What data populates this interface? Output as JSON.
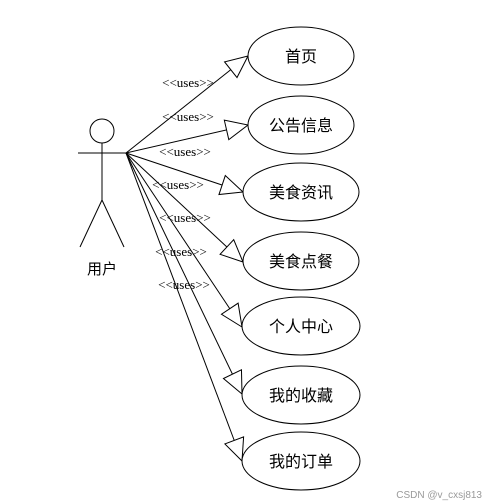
{
  "actor": {
    "label": "用户"
  },
  "relation_label": "<<uses>>",
  "use_cases": [
    {
      "label": "首页"
    },
    {
      "label": "公告信息"
    },
    {
      "label": "美食资讯"
    },
    {
      "label": "美食点餐"
    },
    {
      "label": "个人中心"
    },
    {
      "label": "我的收藏"
    },
    {
      "label": "我的订单"
    }
  ],
  "watermark": "CSDN @v_cxsj813"
}
